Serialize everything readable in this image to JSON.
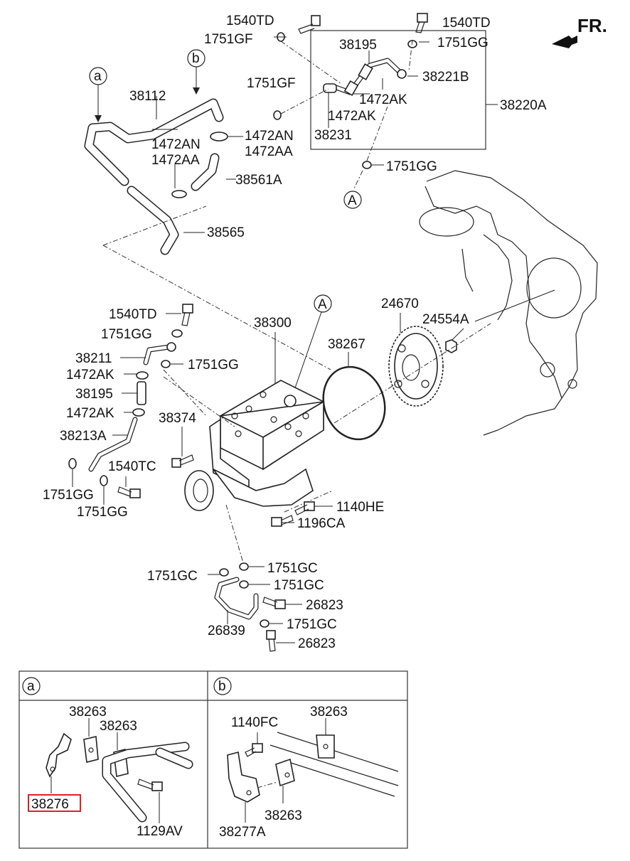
{
  "direction_marker": {
    "label": "FR.",
    "icon": "arrow-forward-icon"
  },
  "parts": {
    "p_1540TD_a": "1540TD",
    "p_1751GF_a": "1751GF",
    "p_1540TD_b": "1540TD",
    "p_1751GG_a": "1751GG",
    "p_38195_a": "38195",
    "p_38221B": "38221B",
    "p_1751GF_b": "1751GF",
    "p_1472AK_a": "1472AK",
    "p_1472AK_b": "1472AK",
    "p_38231": "38231",
    "p_38220A": "38220A",
    "p_1751GG_b": "1751GG",
    "p_38112": "38112",
    "p_1472AN_a": "1472AN",
    "p_1472AN_b": "1472AN",
    "p_1472AA_a": "1472AA",
    "p_1472AA_b": "1472AA",
    "p_38561A": "38561A",
    "p_38565": "38565",
    "p_1540TD_c": "1540TD",
    "p_1751GG_c": "1751GG",
    "p_38300": "38300",
    "p_24670": "24670",
    "p_24554A": "24554A",
    "p_38211": "38211",
    "p_38267": "38267",
    "p_1472AK_c": "1472AK",
    "p_1751GG_d": "1751GG",
    "p_38195_b": "38195",
    "p_1472AK_d": "1472AK",
    "p_38374": "38374",
    "p_38213A": "38213A",
    "p_1540TC": "1540TC",
    "p_1751GG_e": "1751GG",
    "p_1751GG_f": "1751GG",
    "p_1140HE": "1140HE",
    "p_1196CA": "1196CA",
    "p_1751GC_a": "1751GC",
    "p_1751GC_b": "1751GC",
    "p_1751GC_c": "1751GC",
    "p_26823_a": "26823",
    "p_26839": "26839",
    "p_1751GC_d": "1751GC",
    "p_26823_b": "26823"
  },
  "callouts": {
    "a": "a",
    "b": "b",
    "A_upper": "A",
    "A_lower": "A"
  },
  "inset_a": {
    "tag": "a",
    "p_38263_a": "38263",
    "p_38263_b": "38263",
    "p_38276": "38276",
    "p_1129AV": "1129AV",
    "highlight_color": "#e02020"
  },
  "inset_b": {
    "tag": "b",
    "p_1140FC": "1140FC",
    "p_38263_c": "38263",
    "p_38263_d": "38263",
    "p_38277A": "38277A"
  }
}
